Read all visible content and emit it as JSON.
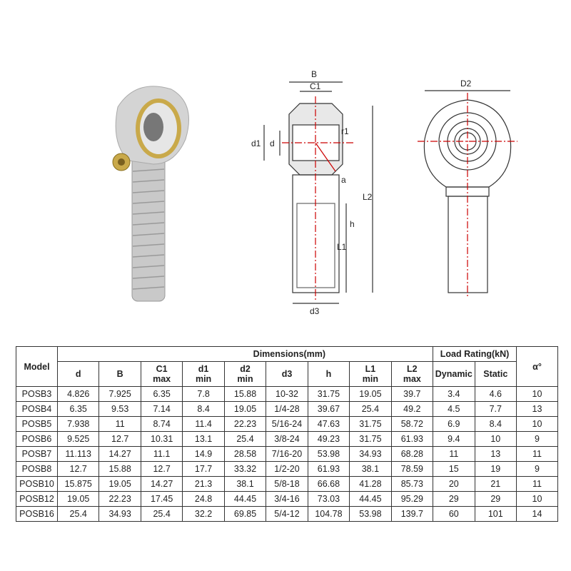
{
  "drawing_labels": {
    "B": "B",
    "C1": "C1",
    "d1": "d1",
    "d": "d",
    "r1": "r1",
    "a": "a",
    "L2": "L2",
    "h": "h",
    "L1": "L1",
    "d3": "d3",
    "D2": "D2"
  },
  "table": {
    "model_header": "Model",
    "dimensions_header": "Dimensions(mm)",
    "load_header": "Load Rating(kN)",
    "alpha_header": "α°",
    "columns": [
      [
        "d",
        ""
      ],
      [
        "B",
        ""
      ],
      [
        "C1",
        "max"
      ],
      [
        "d1",
        "min"
      ],
      [
        "d2",
        "min"
      ],
      [
        "d3",
        ""
      ],
      [
        "h",
        ""
      ],
      [
        "L1",
        "min"
      ],
      [
        "L2",
        "max"
      ],
      [
        "Dynamic",
        ""
      ],
      [
        "Static",
        ""
      ]
    ],
    "rows": [
      [
        "POSB3",
        "4.826",
        "7.925",
        "6.35",
        "7.8",
        "15.88",
        "10-32",
        "31.75",
        "19.05",
        "39.7",
        "3.4",
        "4.6",
        "10"
      ],
      [
        "POSB4",
        "6.35",
        "9.53",
        "7.14",
        "8.4",
        "19.05",
        "1/4-28",
        "39.67",
        "25.4",
        "49.2",
        "4.5",
        "7.7",
        "13"
      ],
      [
        "POSB5",
        "7.938",
        "11",
        "8.74",
        "11.4",
        "22.23",
        "5/16-24",
        "47.63",
        "31.75",
        "58.72",
        "6.9",
        "8.4",
        "10"
      ],
      [
        "POSB6",
        "9.525",
        "12.7",
        "10.31",
        "13.1",
        "25.4",
        "3/8-24",
        "49.23",
        "31.75",
        "61.93",
        "9.4",
        "10",
        "9"
      ],
      [
        "POSB7",
        "11.113",
        "14.27",
        "11.1",
        "14.9",
        "28.58",
        "7/16-20",
        "53.98",
        "34.93",
        "68.28",
        "11",
        "13",
        "11"
      ],
      [
        "POSB8",
        "12.7",
        "15.88",
        "12.7",
        "17.7",
        "33.32",
        "1/2-20",
        "61.93",
        "38.1",
        "78.59",
        "15",
        "19",
        "9"
      ],
      [
        "POSB10",
        "15.875",
        "19.05",
        "14.27",
        "21.3",
        "38.1",
        "5/8-18",
        "66.68",
        "41.28",
        "85.73",
        "20",
        "21",
        "11"
      ],
      [
        "POSB12",
        "19.05",
        "22.23",
        "17.45",
        "24.8",
        "44.45",
        "3/4-16",
        "73.03",
        "44.45",
        "95.29",
        "29",
        "29",
        "10"
      ],
      [
        "POSB16",
        "25.4",
        "34.93",
        "25.4",
        "32.2",
        "69.85",
        "5/4-12",
        "104.78",
        "53.98",
        "139.7",
        "60",
        "101",
        "14"
      ]
    ]
  }
}
